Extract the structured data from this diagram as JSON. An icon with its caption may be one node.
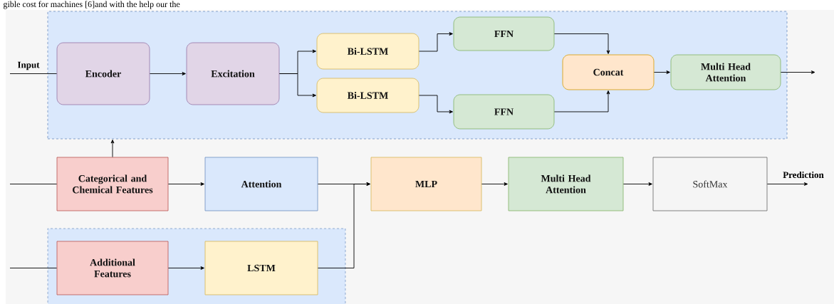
{
  "diagram": {
    "nodes": [
      {
        "text": [],
        "shape": "box"
      },
      {
        "text": [
          "Encoder"
        ],
        "in": 0
      },
      {
        "text": [
          "Excitation"
        ],
        "in": 0
      },
      {
        "text": [
          "Bi-LSTM"
        ],
        "in": 0
      },
      {
        "text": [
          "Bi-LSTM"
        ],
        "in": 0
      },
      {
        "text": [
          "FFN"
        ],
        "in": 0
      },
      {
        "text": [
          "FFN"
        ],
        "in": 0
      },
      {
        "text": [
          "Concat"
        ],
        "in": 0
      },
      {
        "text": [
          "Multi Head Attention"
        ],
        "in": 0
      },
      {
        "text": [
          "Categorical and Chemical Features"
        ]
      },
      {
        "text": [
          "Attention"
        ]
      },
      {
        "text": [
          "MLP"
        ]
      },
      {
        "text": [
          "Multi Head Attention"
        ]
      },
      {
        "text": [
          "SoftMax"
        ]
      },
      {
        "text": [],
        "shape": "box"
      },
      {
        "text": [
          "Additional Features"
        ],
        "in": 14
      },
      {
        "text": [
          "LSTM"
        ],
        "in": 14
      }
    ],
    "edges": [
      {
        "from": null,
        "to": 1,
        "arrow": "none",
        "label": "Input"
      },
      {
        "from": 1,
        "to": 2,
        "arrow": "to"
      },
      {
        "from": 2,
        "to": 3,
        "arrow": "to"
      },
      {
        "from": 2,
        "to": 4,
        "arrow": "to"
      },
      {
        "from": 3,
        "to": 5,
        "arrow": "to"
      },
      {
        "from": 4,
        "to": 6,
        "arrow": "to"
      },
      {
        "from": 5,
        "to": 7,
        "arrow": "to"
      },
      {
        "from": 6,
        "to": 7,
        "arrow": "to"
      },
      {
        "from": 7,
        "to": 8,
        "arrow": "to"
      },
      {
        "from": 8,
        "to": null,
        "arrow": "to"
      },
      {
        "from": null,
        "to": 9,
        "arrow": "none"
      },
      {
        "from": 9,
        "to": 0,
        "arrow": "to"
      },
      {
        "from": 9,
        "to": 10,
        "arrow": "to"
      },
      {
        "from": 10,
        "to": 11,
        "arrow": "to"
      },
      {
        "from": null,
        "to": 15,
        "arrow": "none"
      },
      {
        "from": 15,
        "to": 16,
        "arrow": "to"
      },
      {
        "from": 16,
        "to": 11,
        "arrow": "to"
      },
      {
        "from": 11,
        "to": 12,
        "arrow": "to"
      },
      {
        "from": 12,
        "to": 13,
        "arrow": "to"
      },
      {
        "from": 13,
        "to": null,
        "arrow": "to",
        "label": "Prediction"
      }
    ],
    "labels": [
      "gible cost for machines [6]and with the help our the"
    ]
  }
}
